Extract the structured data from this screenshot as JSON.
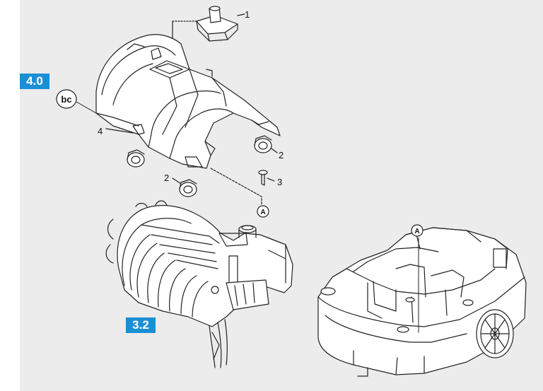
{
  "diagram": {
    "section_refs": [
      {
        "id": "ref-4-0",
        "text": "4.0"
      },
      {
        "id": "ref-3-2",
        "text": "3.2"
      }
    ],
    "callouts": {
      "c1": "1",
      "c2a": "2",
      "c2b": "2",
      "c3": "3",
      "c4": "4"
    },
    "markers": {
      "bc": "bc",
      "a_top": "A",
      "a_base": "A"
    },
    "colors": {
      "background": "#ececec",
      "badge": "#1a8fd6",
      "line": "#222222"
    }
  }
}
